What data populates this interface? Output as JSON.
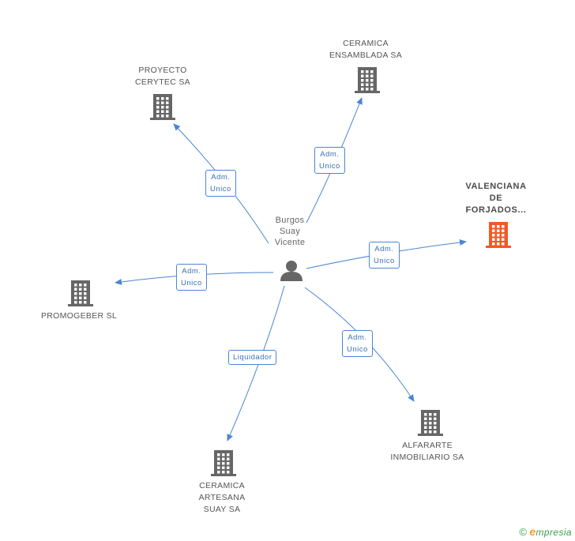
{
  "diagram": {
    "center": {
      "id": "burgos",
      "label": "Burgos\nSuay\nVicente",
      "icon": "person-icon",
      "color": "#666666"
    },
    "companies": [
      {
        "id": "proyecto",
        "label": "PROYECTO\nCERYTEC SA",
        "icon": "building-icon",
        "color": "#666666",
        "highlight": false
      },
      {
        "id": "ceramica-ensamblada",
        "label": "CERAMICA\nENSAMBLADA SA",
        "icon": "building-icon",
        "color": "#666666",
        "highlight": false
      },
      {
        "id": "valenciana",
        "label": "VALENCIANA\nDE\nFORJADOS...",
        "icon": "building-icon",
        "color": "#f05a28",
        "highlight": true
      },
      {
        "id": "promogeber",
        "label": "PROMOGEBER SL",
        "icon": "building-icon",
        "color": "#666666",
        "highlight": false
      },
      {
        "id": "alfararte",
        "label": "ALFARARTE\nINMOBILIARIO SA",
        "icon": "building-icon",
        "color": "#666666",
        "highlight": false
      },
      {
        "id": "ceramica-artesana",
        "label": "CERAMICA\nARTESANA\nSUAY SA",
        "icon": "building-icon",
        "color": "#666666",
        "highlight": false
      }
    ],
    "edges": [
      {
        "to": "proyecto",
        "label": "Adm.\nUnico"
      },
      {
        "to": "ceramica-ensamblada",
        "label": "Adm.\nUnico"
      },
      {
        "to": "valenciana",
        "label": "Adm.\nUnico"
      },
      {
        "to": "promogeber",
        "label": "Adm.\nUnico"
      },
      {
        "to": "alfararte",
        "label": "Adm.\nUnico"
      },
      {
        "to": "ceramica-artesana",
        "label": "Liquidador"
      }
    ],
    "edge_color": "#4a86d4"
  },
  "footer": {
    "copyright": "©",
    "brand_initial": "e",
    "brand_rest": "mpresia"
  }
}
